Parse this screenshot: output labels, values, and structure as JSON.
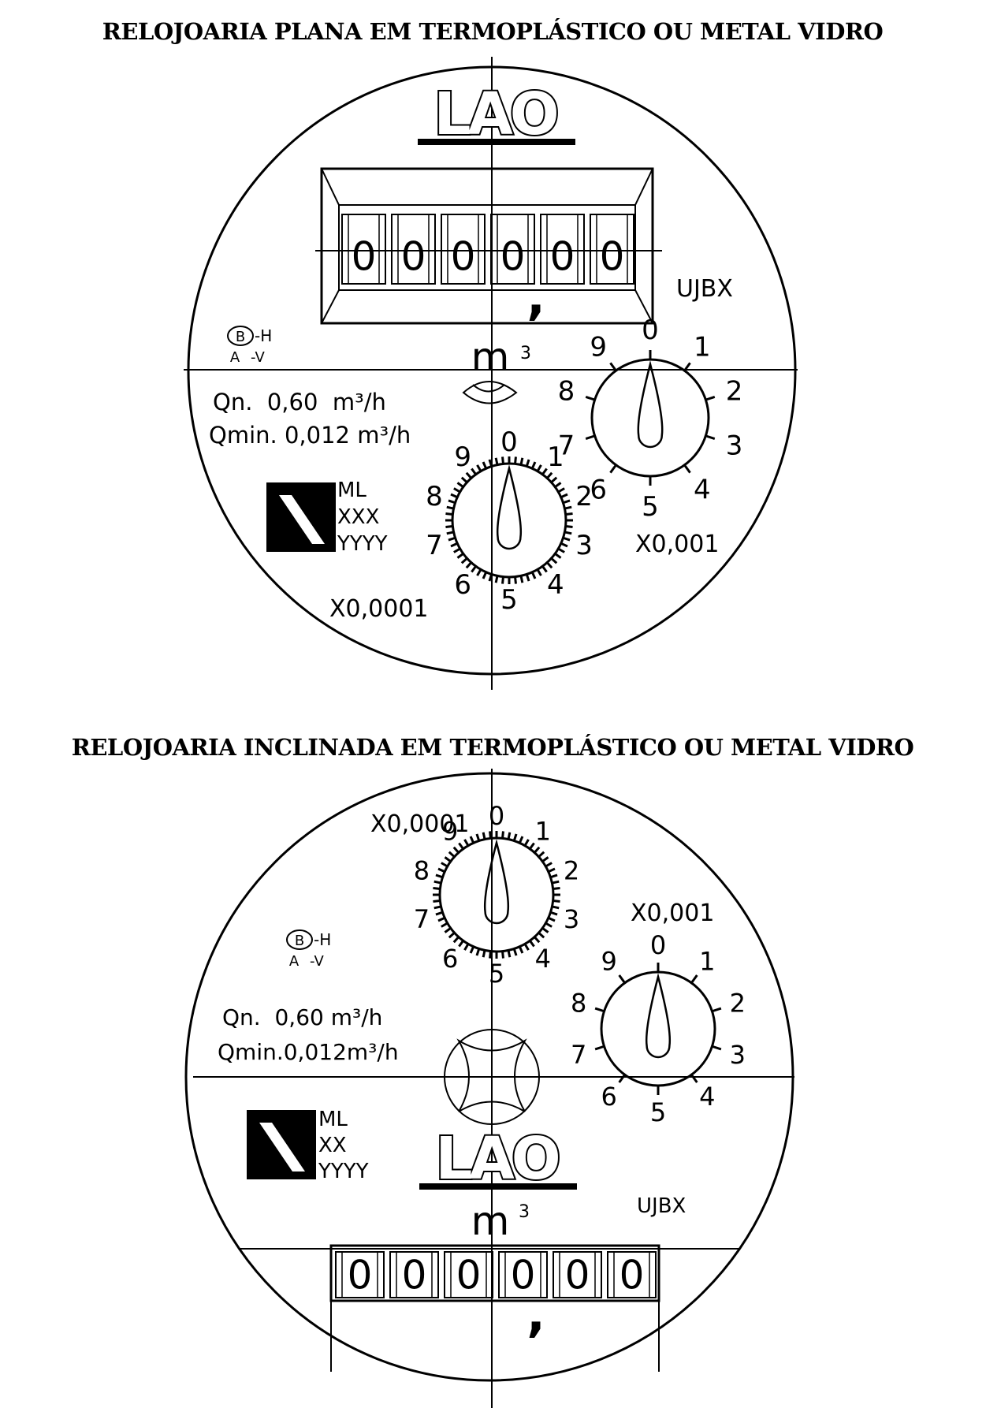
{
  "panels": [
    {
      "title": "RELOJOARIA PLANA EM TERMOPLÁSTICO OU METAL VIDRO",
      "brand": "LAO",
      "register_digits": [
        "0",
        "0",
        "0",
        "0",
        "0",
        "0"
      ],
      "decimal_mark": ",",
      "code": "UJBX",
      "unit": "m",
      "unit_exp": "3",
      "position_mark": {
        "circle": "B",
        "h": "-H",
        "a": "A",
        "v": "-V"
      },
      "qn_line": "Qn.  0,60  m³/h",
      "qmin_line": "Qmin. 0,012 m³/h",
      "inmetro": {
        "line1": "ML",
        "line2": "XXX",
        "line3": "YYYY"
      },
      "dial_small": {
        "label": "X0,001",
        "numbers": [
          "0",
          "1",
          "2",
          "3",
          "4",
          "5",
          "6",
          "7",
          "8",
          "9"
        ]
      },
      "dial_fine": {
        "label": "X0,0001",
        "numbers": [
          "0",
          "1",
          "2",
          "3",
          "4",
          "5",
          "6",
          "7",
          "8",
          "9"
        ]
      }
    },
    {
      "title": "RELOJOARIA INCLINADA EM TERMOPLÁSTICO OU METAL VIDRO",
      "brand": "LAO",
      "register_digits": [
        "0",
        "0",
        "0",
        "0",
        "0",
        "0"
      ],
      "decimal_mark": ",",
      "code": "UJBX",
      "unit": "m",
      "unit_exp": "3",
      "position_mark": {
        "circle": "B",
        "h": "-H",
        "a": "A",
        "v": "-V"
      },
      "qn_line": "Qn.  0,60 m³/h",
      "qmin_line": "Qmin.0,012m³/h",
      "inmetro": {
        "line1": "ML",
        "line2": "XX",
        "line3": "YYYY"
      },
      "dial_small": {
        "label": "X0,001",
        "numbers": [
          "0",
          "1",
          "2",
          "3",
          "4",
          "5",
          "6",
          "7",
          "8",
          "9"
        ]
      },
      "dial_fine": {
        "label": "X0,0001",
        "numbers": [
          "0",
          "1",
          "2",
          "3",
          "4",
          "5",
          "6",
          "7",
          "8",
          "9"
        ]
      }
    }
  ],
  "colors": {
    "ink": "#000000",
    "paper": "#ffffff"
  }
}
